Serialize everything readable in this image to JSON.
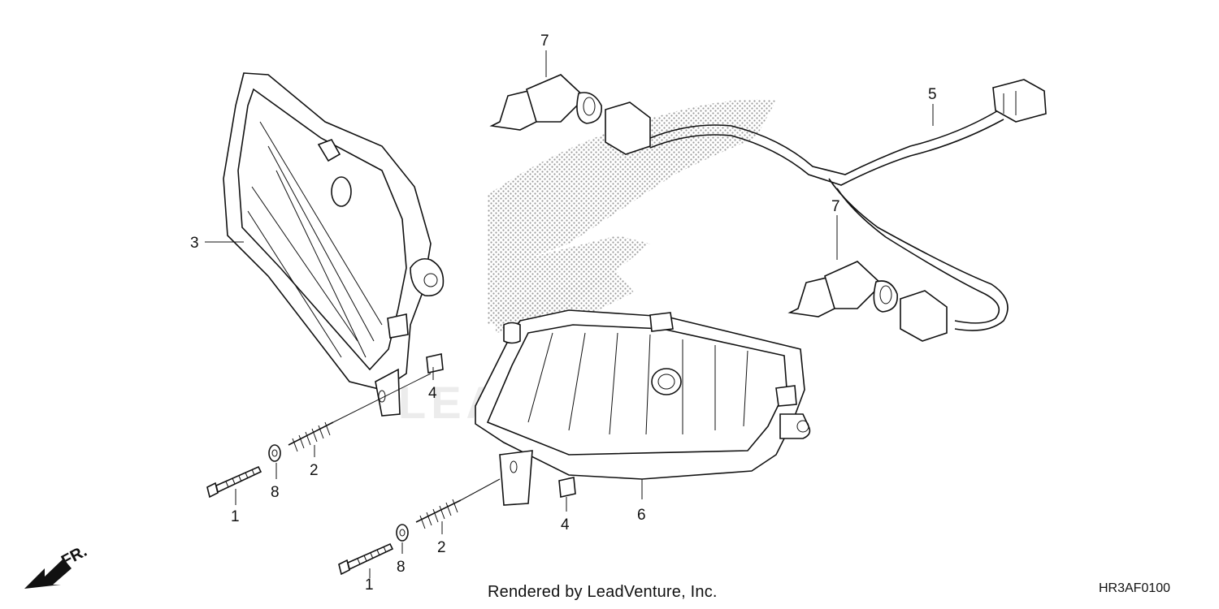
{
  "diagram": {
    "callouts": [
      {
        "id": "c1a",
        "text": "1"
      },
      {
        "id": "c1b",
        "text": "1"
      },
      {
        "id": "c2a",
        "text": "2"
      },
      {
        "id": "c2b",
        "text": "2"
      },
      {
        "id": "c3",
        "text": "3"
      },
      {
        "id": "c4a",
        "text": "4"
      },
      {
        "id": "c4b",
        "text": "4"
      },
      {
        "id": "c5",
        "text": "5"
      },
      {
        "id": "c6",
        "text": "6"
      },
      {
        "id": "c7a",
        "text": "7"
      },
      {
        "id": "c7b",
        "text": "7"
      },
      {
        "id": "c8a",
        "text": "8"
      },
      {
        "id": "c8b",
        "text": "8"
      }
    ],
    "watermark": "LEADVENTURE",
    "direction_label": "FR.",
    "colors": {
      "ink": "#111111",
      "halftone": "#9a9a9a",
      "watermark": "#ececec"
    }
  },
  "footer": {
    "credit": "Rendered by LeadVenture, Inc.",
    "code": "HR3AF0100"
  }
}
